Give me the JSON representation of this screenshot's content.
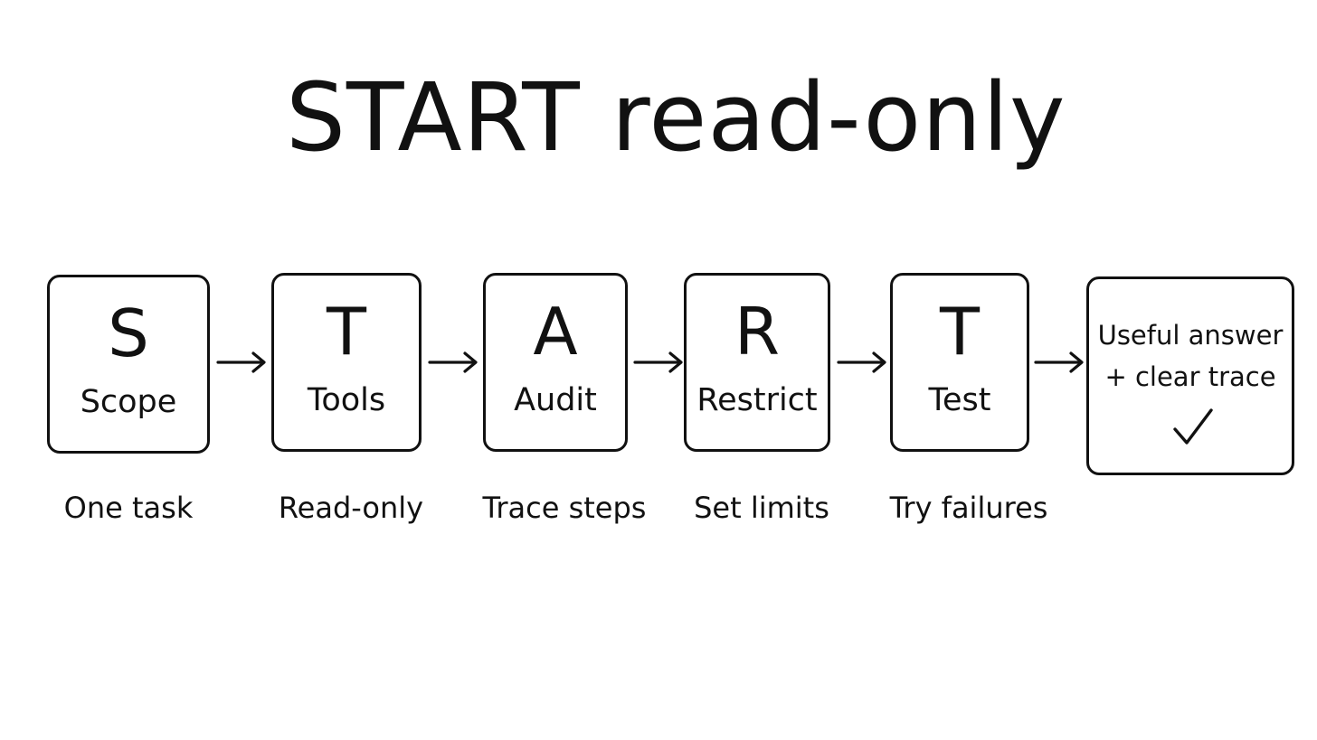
{
  "title": "START read-only",
  "steps": [
    {
      "letter": "S",
      "word": "Scope",
      "caption": "One task"
    },
    {
      "letter": "T",
      "word": "Tools",
      "caption": "Read-only"
    },
    {
      "letter": "A",
      "word": "Audit",
      "caption": "Trace steps"
    },
    {
      "letter": "R",
      "word": "Restrict",
      "caption": "Set limits"
    },
    {
      "letter": "T",
      "word": "Test",
      "caption": "Try failures"
    }
  ],
  "outcome": {
    "line1": "Useful answer",
    "line2": "+ clear trace",
    "icon": "checkmark-icon"
  },
  "colors": {
    "ink": "#111111",
    "background": "#ffffff"
  }
}
